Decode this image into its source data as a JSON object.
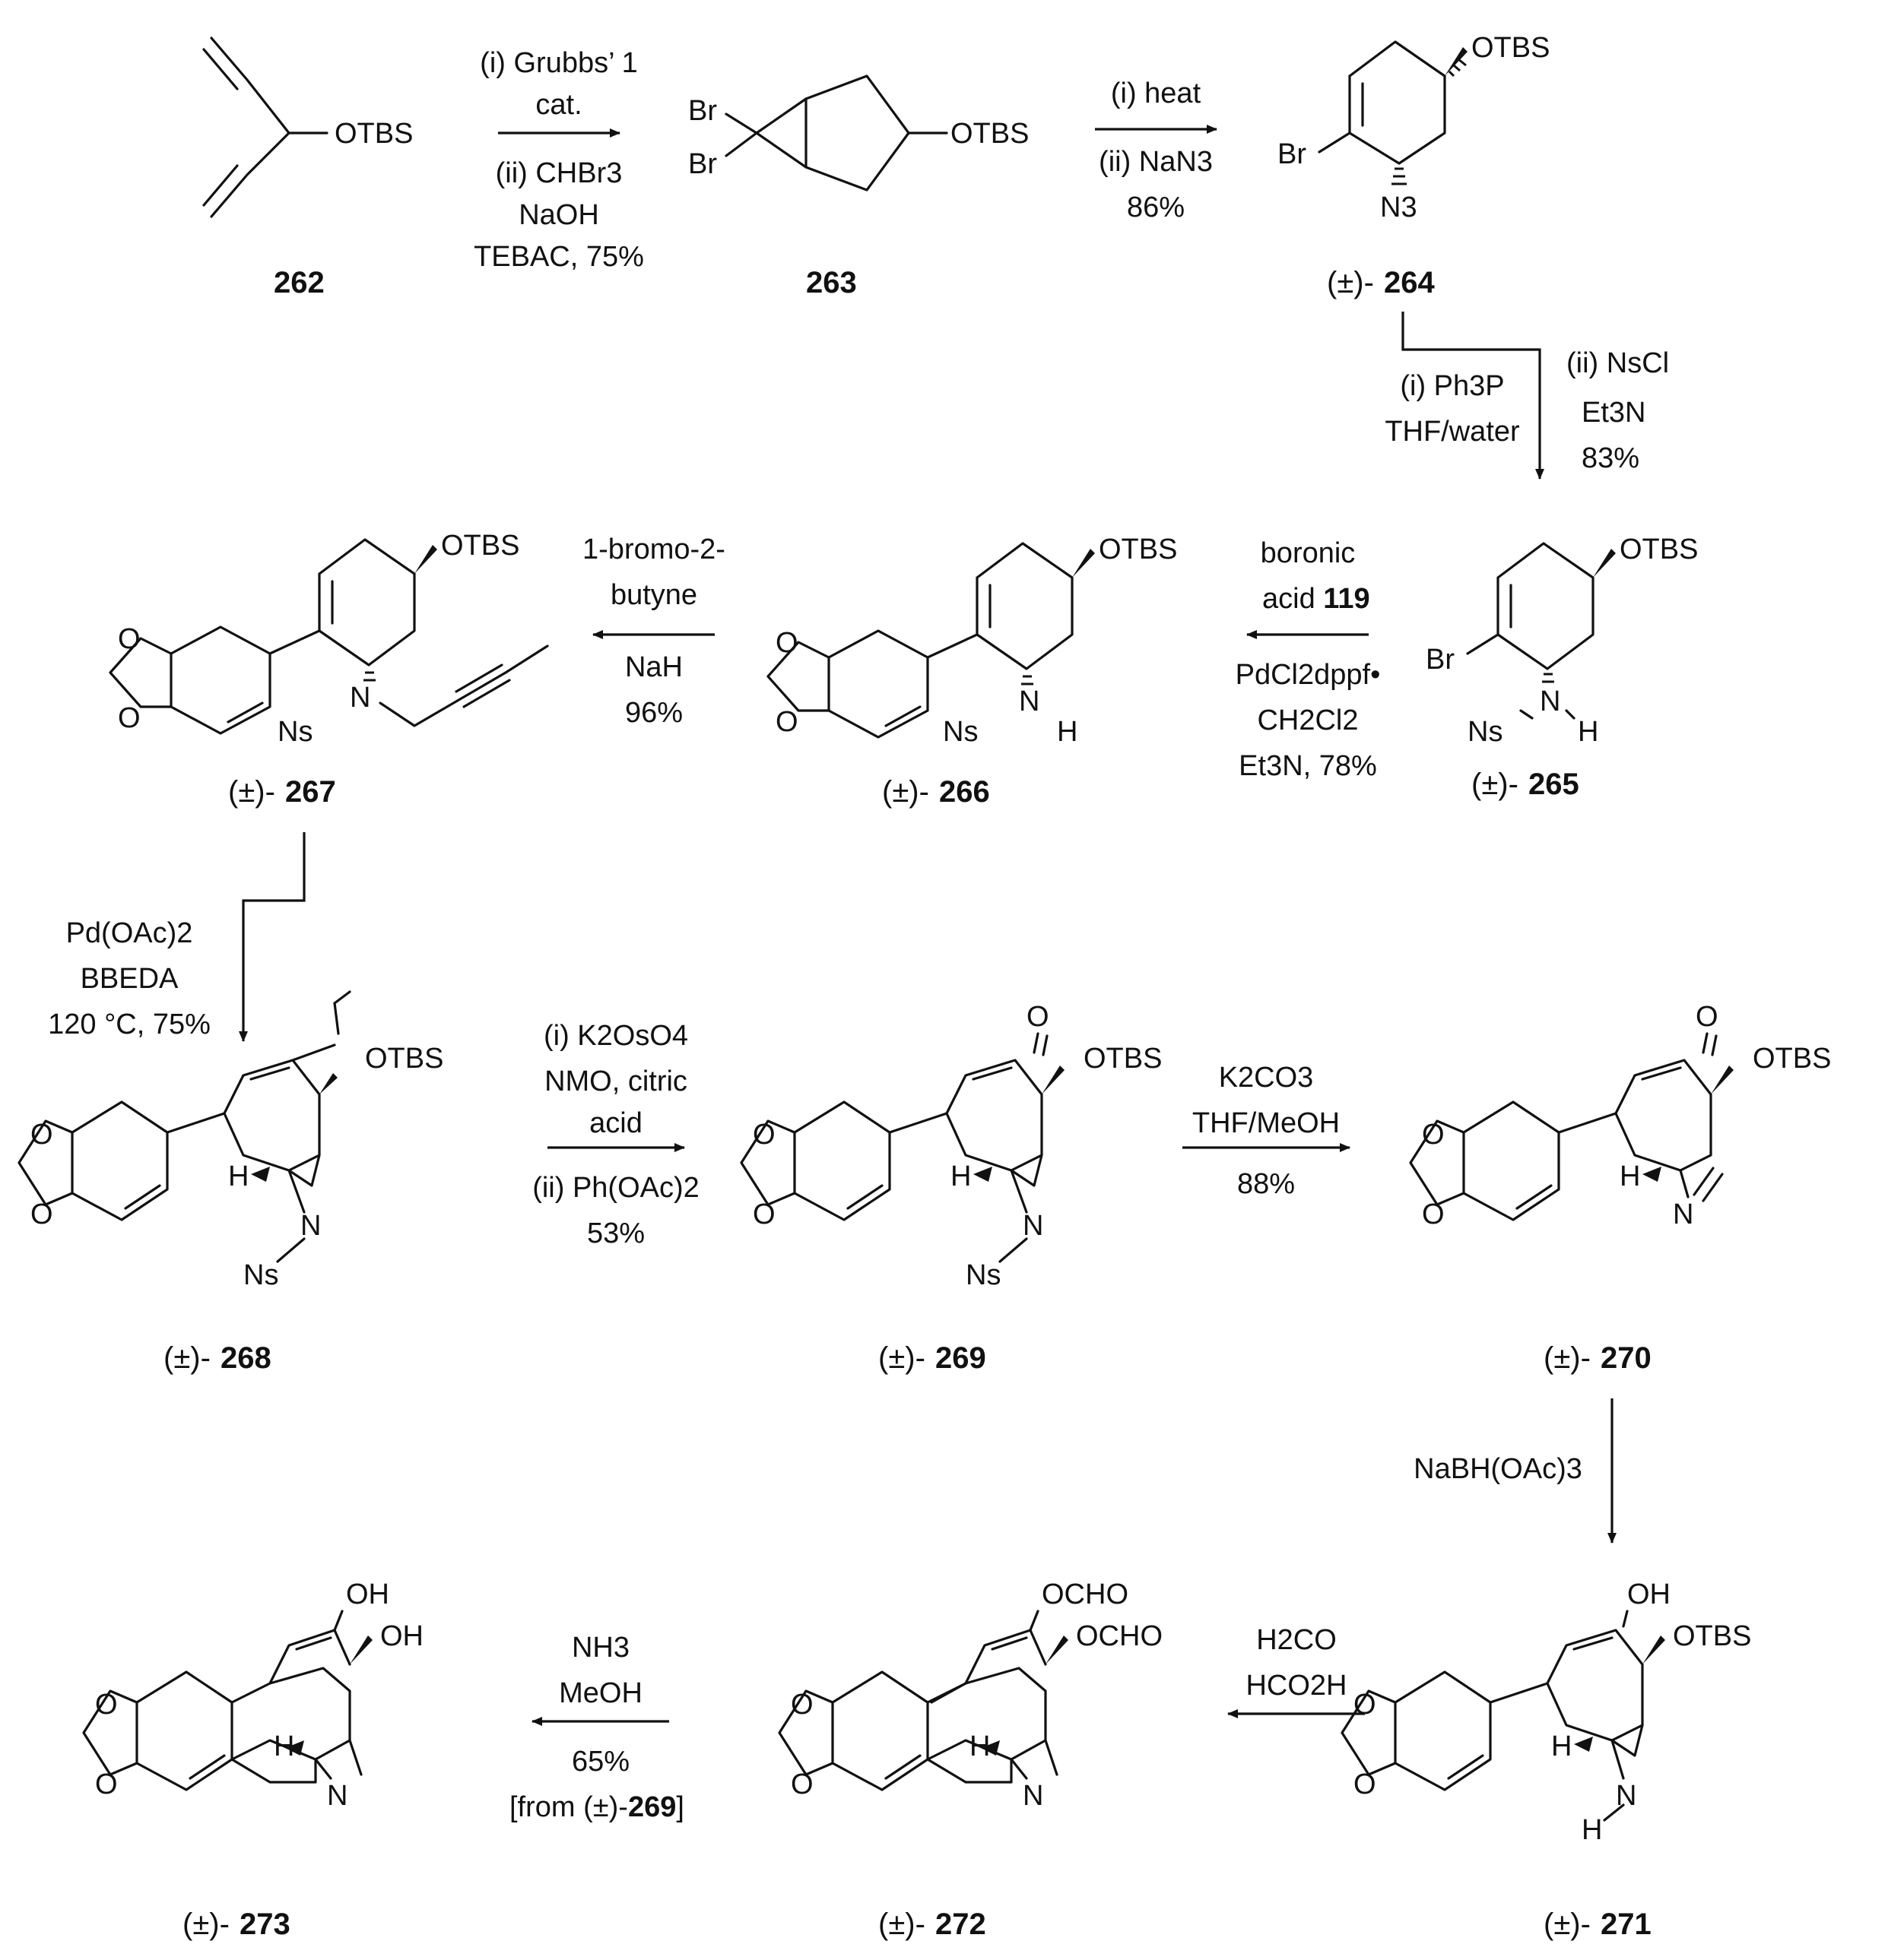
{
  "compounds": {
    "c262": {
      "label": "262",
      "otbs": "OTBS"
    },
    "c263": {
      "label": "263",
      "br1": "Br",
      "br2": "Br",
      "otbs": "OTBS"
    },
    "c264": {
      "prefix": "(±)-",
      "label": "264",
      "otbs": "OTBS",
      "br": "Br",
      "n3": "N3"
    },
    "c265": {
      "prefix": "(±)-",
      "label": "265",
      "otbs": "OTBS",
      "br": "Br",
      "ns": "Ns",
      "n": "N",
      "h": "H"
    },
    "c266": {
      "prefix": "(±)-",
      "label": "266",
      "otbs": "OTBS",
      "ns": "Ns",
      "n": "N",
      "h": "H",
      "o1": "O",
      "o2": "O"
    },
    "c267": {
      "prefix": "(±)-",
      "label": "267",
      "otbs": "OTBS",
      "ns": "Ns",
      "n": "N",
      "o1": "O",
      "o2": "O"
    },
    "c268": {
      "prefix": "(±)-",
      "label": "268",
      "otbs": "OTBS",
      "ns": "Ns",
      "n": "N",
      "h": "H",
      "o1": "O",
      "o2": "O"
    },
    "c269": {
      "prefix": "(±)-",
      "label": "269",
      "otbs": "OTBS",
      "ns": "Ns",
      "n": "N",
      "h": "H",
      "o1": "O",
      "o2": "O",
      "oxo": "O"
    },
    "c270": {
      "prefix": "(±)-",
      "label": "270",
      "otbs": "OTBS",
      "n": "N",
      "h": "H",
      "o1": "O",
      "o2": "O",
      "oxo": "O"
    },
    "c271": {
      "prefix": "(±)-",
      "label": "271",
      "otbs": "OTBS",
      "oh": "OH",
      "n": "N",
      "h": "H",
      "nh": "H",
      "o1": "O",
      "o2": "O"
    },
    "c272": {
      "prefix": "(±)-",
      "label": "272",
      "ocho1": "OCHO",
      "ocho2": "OCHO",
      "n": "N",
      "h": "H",
      "o1": "O",
      "o2": "O"
    },
    "c273": {
      "prefix": "(±)-",
      "label": "273",
      "oh1": "OH",
      "oh2": "OH",
      "n": "N",
      "h": "H",
      "o1": "O",
      "o2": "O"
    }
  },
  "steps": {
    "s1": {
      "l1": "(i) Grubbs’ 1",
      "l2": "cat.",
      "l3": "(ii) CHBr3",
      "l4": "NaOH",
      "l5": "TEBAC, 75%"
    },
    "s2": {
      "l1": "(i) heat",
      "l2": "(ii) NaN3",
      "l3": "86%"
    },
    "s3": {
      "l1": "(i) Ph3P",
      "l2": "THF/water",
      "r1": "(ii) NsCl",
      "r2": "Et3N",
      "r3": "83%"
    },
    "s4": {
      "l1": "boronic",
      "l2a": "acid ",
      "l2b": "119",
      "l3": "PdCl2dppf•",
      "l4": "CH2Cl2",
      "l5": "Et3N, 78%"
    },
    "s5": {
      "l1": "1-bromo-2-",
      "l2": "butyne",
      "l3": "NaH",
      "l4": "96%"
    },
    "s6": {
      "l1": "Pd(OAc)2",
      "l2": "BBEDA",
      "l3": "120 °C, 75%"
    },
    "s7": {
      "l1": "(i) K2OsO4",
      "l2": "NMO, citric",
      "l3": "acid",
      "l4": "(ii) Ph(OAc)2",
      "l5": "53%"
    },
    "s8": {
      "l1": "K2CO3",
      "l2": "THF/MeOH",
      "l3": "88%"
    },
    "s9": {
      "l1": "NaBH(OAc)3"
    },
    "s10": {
      "l1": "H2CO",
      "l2": "HCO2H"
    },
    "s11": {
      "l1": "NH3",
      "l2": "MeOH",
      "l3": "65%",
      "l4a": "[from (±)-",
      "l4b": "269",
      "l4c": "]"
    }
  }
}
